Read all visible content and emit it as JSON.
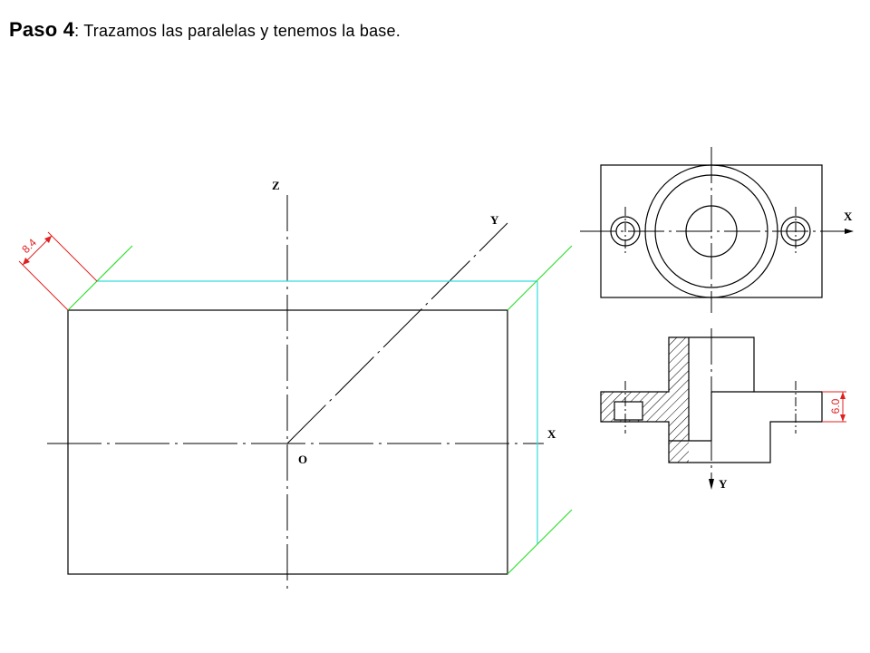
{
  "heading": {
    "step": "Paso 4",
    "text": "Trazamos las paralelas y tenemos la base."
  },
  "axes": {
    "z": "Z",
    "y": "Y",
    "x": "X",
    "origin": "O"
  },
  "dimensions": {
    "offset": "8.4",
    "thickness": "6.0"
  },
  "views": {
    "plan_x": "X",
    "section_y": "Y"
  },
  "colors": {
    "lines": "#000000",
    "parallels": "#33dd33",
    "base_edges": "#33dddd",
    "dimension": "#e02020"
  }
}
